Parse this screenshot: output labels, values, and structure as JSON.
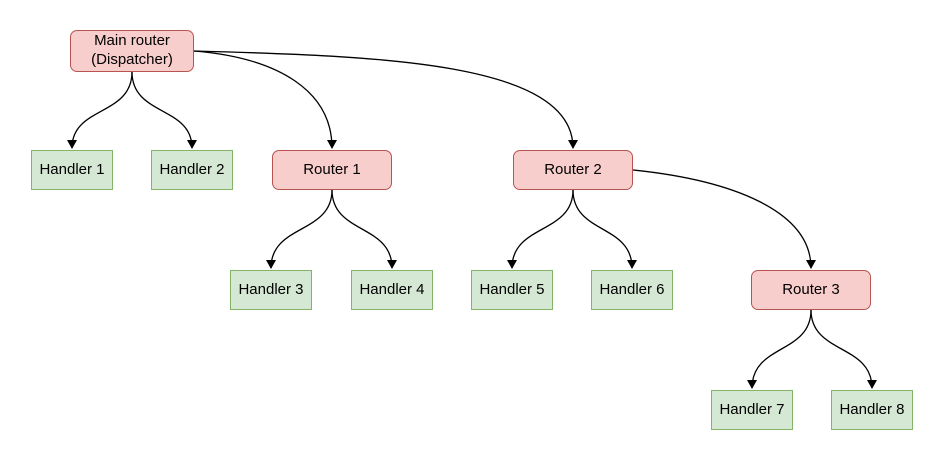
{
  "diagram": {
    "colors": {
      "router_fill": "#f8cecc",
      "router_border": "#b85450",
      "handler_fill": "#d5e8d4",
      "handler_border": "#82b366",
      "edge_line": "#000000",
      "background": "#ffffff",
      "text": "#000000"
    },
    "nodes": [
      {
        "id": "main",
        "type": "router",
        "label": "Main router\n(Dispatcher)"
      },
      {
        "id": "h1",
        "type": "handler",
        "label": "Handler 1"
      },
      {
        "id": "h2",
        "type": "handler",
        "label": "Handler 2"
      },
      {
        "id": "r1",
        "type": "router",
        "label": "Router 1"
      },
      {
        "id": "r2",
        "type": "router",
        "label": "Router 2"
      },
      {
        "id": "h3",
        "type": "handler",
        "label": "Handler 3"
      },
      {
        "id": "h4",
        "type": "handler",
        "label": "Handler 4"
      },
      {
        "id": "h5",
        "type": "handler",
        "label": "Handler 5"
      },
      {
        "id": "h6",
        "type": "handler",
        "label": "Handler 6"
      },
      {
        "id": "r3",
        "type": "router",
        "label": "Router 3"
      },
      {
        "id": "h7",
        "type": "handler",
        "label": "Handler 7"
      },
      {
        "id": "h8",
        "type": "handler",
        "label": "Handler 8"
      }
    ],
    "edges": [
      {
        "from": "Main router (Dispatcher)",
        "to": "Handler 1"
      },
      {
        "from": "Main router (Dispatcher)",
        "to": "Handler 2"
      },
      {
        "from": "Main router (Dispatcher)",
        "to": "Router 1"
      },
      {
        "from": "Main router (Dispatcher)",
        "to": "Router 2"
      },
      {
        "from": "Router 1",
        "to": "Handler 3"
      },
      {
        "from": "Router 1",
        "to": "Handler 4"
      },
      {
        "from": "Router 2",
        "to": "Handler 5"
      },
      {
        "from": "Router 2",
        "to": "Handler 6"
      },
      {
        "from": "Router 2",
        "to": "Router 3"
      },
      {
        "from": "Router 3",
        "to": "Handler 7"
      },
      {
        "from": "Router 3",
        "to": "Handler 8"
      }
    ]
  }
}
